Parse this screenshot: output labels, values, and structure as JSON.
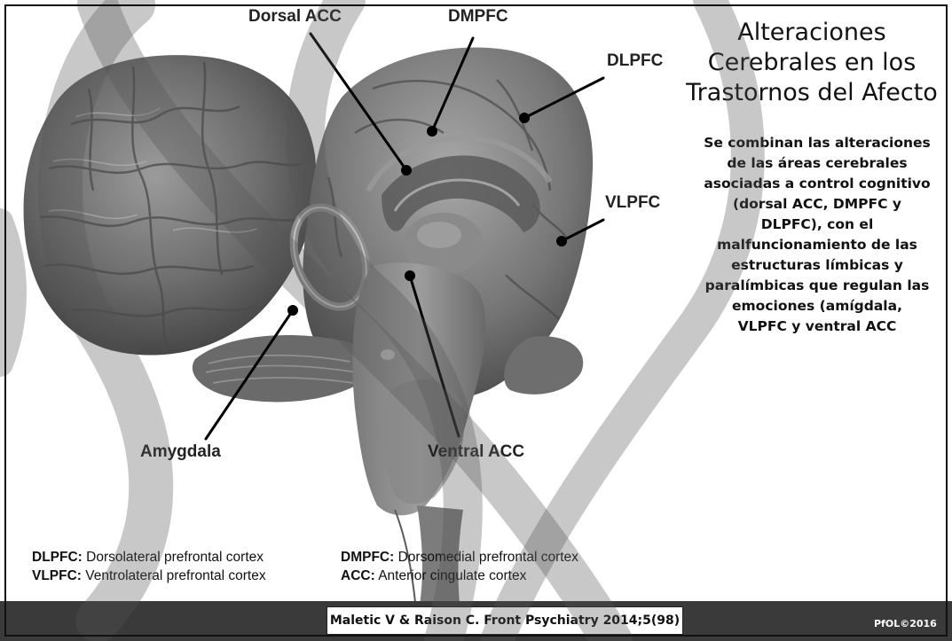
{
  "diagram": {
    "labels": {
      "dorsal_acc": "Dorsal ACC",
      "dmpfc": "DMPFC",
      "dlpfc": "DLPFC",
      "vlpfc": "VLPFC",
      "amygdala": "Amygdala",
      "ventral_acc": "Ventral ACC"
    }
  },
  "title": {
    "line1": "Alteraciones",
    "line2": "Cerebrales en los",
    "line3": "Trastornos del Afecto"
  },
  "description": {
    "lines": [
      "Se combinan las alteraciones",
      "de las áreas cerebrales",
      "asociadas a control cognitivo",
      "(dorsal ACC, DMPFC y",
      "DLPFC), con el",
      "malfuncionamiento de las",
      "estructuras límbicas y",
      "paralímbicas que regulan las",
      "emociones (amígdala,",
      "VLPFC y ventral ACC"
    ]
  },
  "legend": {
    "dlpfc": {
      "abbr": "DLPFC:",
      "text": "Dorsolateral prefrontal cortex"
    },
    "vlpfc": {
      "abbr": "VLPFC:",
      "text": "Ventrolateral prefrontal cortex"
    },
    "dmpfc": {
      "abbr": "DMPFC:",
      "text": "Dorsomedial prefrontal cortex"
    },
    "acc": {
      "abbr": "ACC:",
      "text": "Anterior cingulate cortex"
    }
  },
  "footer": {
    "citation": "Maletic V & Raison C. Front Psychiatry 2014;5(98)",
    "copyright": "PfOL©2016"
  },
  "colors": {
    "background": "#ffffff",
    "watermark_stroke": "#555555",
    "footer_bar": "#3a3a3a"
  }
}
